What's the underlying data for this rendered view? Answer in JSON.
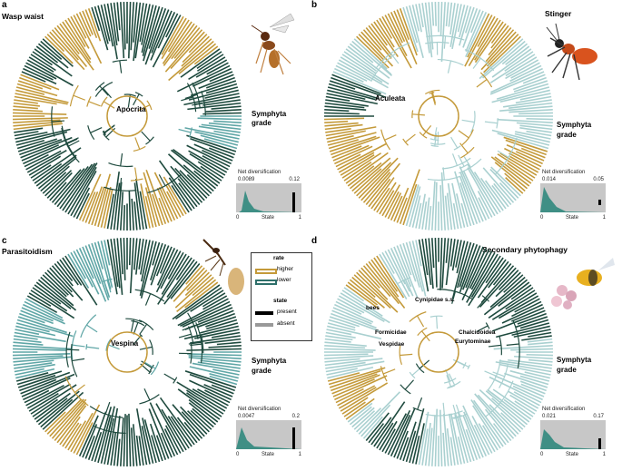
{
  "panels": [
    {
      "letter": "a",
      "title": "Wasp waist",
      "clades": [
        "Apocrita",
        "Symphyta",
        "grade"
      ],
      "inset": {
        "label": "Net diversification",
        "lo": "0.0089",
        "hi": "0.12",
        "x0": "0",
        "x1": "1",
        "xlabel": "State"
      }
    },
    {
      "letter": "b",
      "title": "Stinger",
      "clades": [
        "Aculeata",
        "Symphyta",
        "grade"
      ],
      "inset": {
        "label": "Net diversification",
        "lo": "0.014",
        "hi": "0.05",
        "x0": "0",
        "x1": "1",
        "xlabel": "State"
      }
    },
    {
      "letter": "c",
      "title": "Parasitoidism",
      "clades": [
        "Vespina",
        "Symphyta",
        "grade"
      ],
      "inset": {
        "label": "Net diversification",
        "lo": "0.0047",
        "hi": "0.2",
        "x0": "0",
        "x1": "1",
        "xlabel": "State"
      }
    },
    {
      "letter": "d",
      "title": "Secondary phytophagy",
      "clades": [
        "Symphyta",
        "grade",
        "bees",
        "Cynipidae s.s.",
        "Formicidae",
        "Vespidae",
        "Chalcidoidea",
        "Eurytominae"
      ],
      "inset": {
        "label": "Net diversification",
        "lo": "0.021",
        "hi": "0.17",
        "x0": "0",
        "x1": "1",
        "xlabel": "State"
      }
    }
  ],
  "legend": {
    "rate_title": "rate",
    "higher": "higher",
    "lower": "lower",
    "state_title": "state",
    "present": "present",
    "absent": "absent"
  },
  "colors": {
    "dark": "#1e4a3e",
    "teal": "#5fa6a6",
    "tan": "#c49a3a",
    "lightteal": "#a9d0d0",
    "grey": "#9a9a9a"
  }
}
